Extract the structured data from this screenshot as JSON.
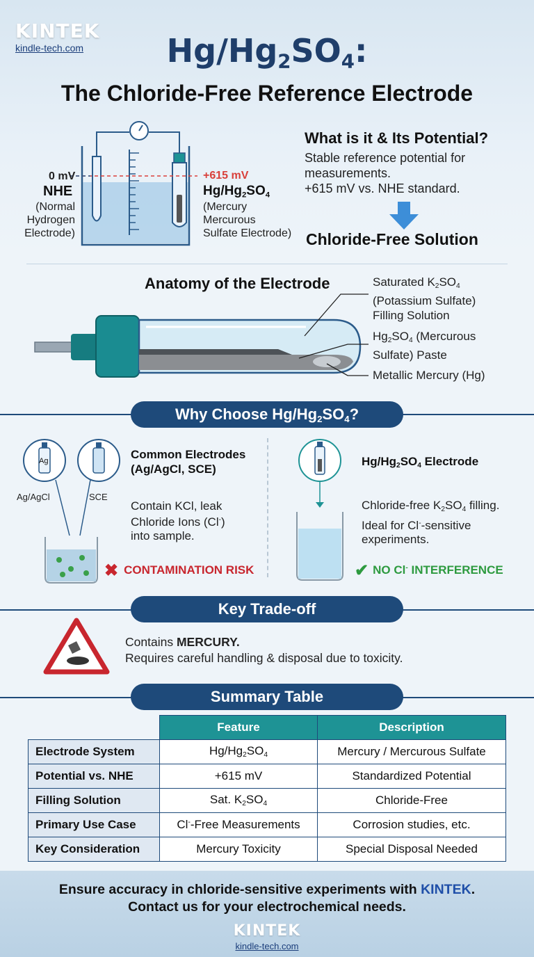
{
  "brand": {
    "logo": "KINTEK",
    "url": "kindle-tech.com"
  },
  "title": {
    "formula": "Hg/Hg",
    "sub1": "2",
    "mid": "SO",
    "sub2": "4",
    "colon": ":",
    "subtitle": "The Chloride-Free Reference Electrode"
  },
  "diagram": {
    "zero_mv": "0 mV",
    "nhe": "NHE",
    "nhe_desc1": "(Normal",
    "nhe_desc2": "Hydrogen",
    "nhe_desc3": "Electrode)",
    "plus_mv": "+615 mV",
    "hg_a": "Hg/Hg",
    "hg_b": "SO",
    "hg_desc1": "(Mercury",
    "hg_desc2": "Mercurous",
    "hg_desc3": "Sulfate Electrode)"
  },
  "what": {
    "heading": "What is it & Its Potential?",
    "line1": "Stable reference potential for",
    "line2": "measurements.",
    "line3": "+615 mV vs. NHE standard.",
    "result": "Chloride-Free Solution"
  },
  "anatomy": {
    "heading": "Anatomy of the Electrode",
    "a1_l1a": "Saturated K",
    "a1_l1b": "SO",
    "a1_l2": "(Potassium Sulfate)",
    "a1_l3": "Filling Solution",
    "a2_l1a": "Hg",
    "a2_l1b": "SO",
    "a2_l1c": " (Mercurous",
    "a2_l2": "Sulfate) Paste",
    "a3": "Metallic Mercury (Hg)"
  },
  "why": {
    "pill_a": "Why Choose Hg/Hg",
    "pill_b": "SO",
    "pill_c": "?",
    "left_icon1": "Ag",
    "left_cap1": "Ag/AgCl",
    "left_cap2": "SCE",
    "left_h1": "Common Electrodes",
    "left_h2": "(Ag/AgCl, SCE)",
    "left_t1": "Contain KCl, leak",
    "left_t2a": "Chloride Ions (Cl",
    "left_t2b": "-",
    "left_t2c": ")",
    "left_t3": "into sample.",
    "risk": "CONTAMINATION RISK",
    "right_ha": "Hg/Hg",
    "right_hb": "SO",
    "right_hc": " Electrode",
    "right_t1a": "Chloride-free K",
    "right_t1b": "SO",
    "right_t1c": " filling.",
    "right_t2a": "Ideal for Cl",
    "right_t2b": "-",
    "right_t2c": "-sensitive",
    "right_t3": "experiments.",
    "nocl_a": "NO Cl",
    "nocl_b": "-",
    "nocl_c": " INTERFERENCE"
  },
  "trade": {
    "pill": "Key Trade-off",
    "t1a": "Contains ",
    "t1b": "MERCURY.",
    "t2": "Requires careful handling & disposal due to toxicity."
  },
  "summary": {
    "pill": "Summary Table",
    "col1": "Feature",
    "col2": "Description",
    "rows": [
      {
        "label": "Electrode System",
        "f_a": "Hg/Hg",
        "f_b": "SO",
        "f_c": "",
        "desc": "Mercury / Mercurous Sulfate"
      },
      {
        "label": "Potential vs. NHE",
        "f": "+615 mV",
        "desc": "Standardized Potential"
      },
      {
        "label": "Filling Solution",
        "f_a": "Sat. K",
        "f_b": "SO",
        "desc": "Chloride-Free"
      },
      {
        "label": "Primary Use Case",
        "f_a": "Cl",
        "f_b": "-",
        "f_c": "-Free Measurements",
        "desc": "Corrosion studies, etc."
      },
      {
        "label": "Key Consideration",
        "f": "Mercury Toxicity",
        "desc": "Special Disposal Needed"
      }
    ]
  },
  "footer": {
    "line1a": "Ensure accuracy in chloride-sensitive experiments with ",
    "line1b": "KINTEK",
    "line1c": ".",
    "line2": "Contact us for your electrochemical needs.",
    "logo": "KINTEK",
    "url": "kindle-tech.com"
  },
  "colors": {
    "navy": "#1e4a7a",
    "teal": "#1e9395",
    "red": "#c8262e",
    "green": "#2d9a3f"
  },
  "icons": [
    "voltmeter-icon",
    "down-arrow-icon",
    "cross-icon",
    "check-icon",
    "hazard-triangle-icon",
    "beaker-icon",
    "electrode-icon"
  ]
}
